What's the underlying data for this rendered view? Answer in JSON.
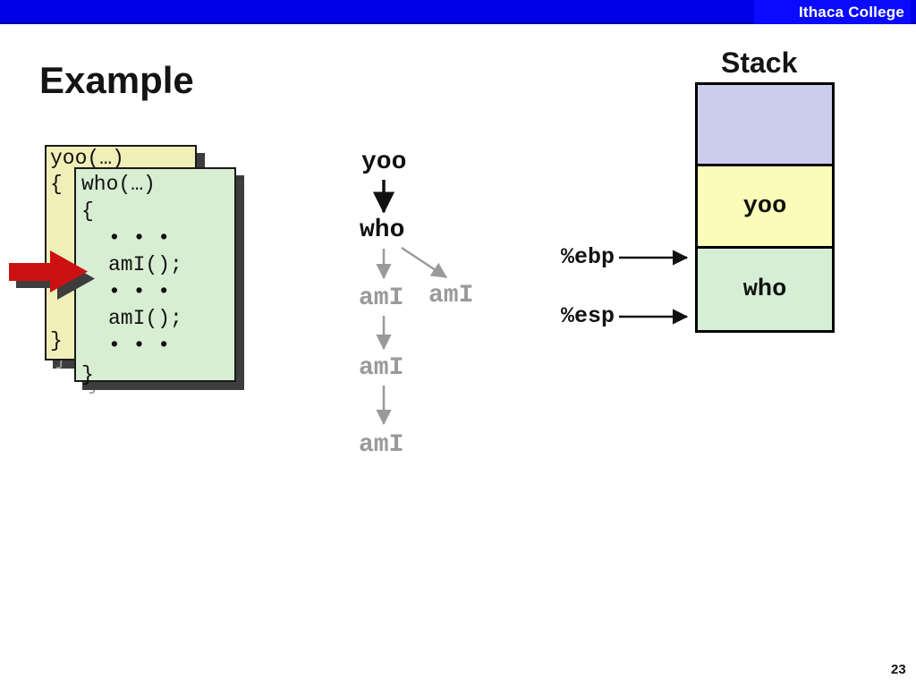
{
  "header": {
    "college_name": "Ithaca College"
  },
  "title": "Example",
  "page_number": "23",
  "cards": {
    "yoo_lines": [
      "yoo(…)",
      "{",
      "}"
    ],
    "who_lines": [
      "who(…)",
      "{",
      "• • •",
      "amI();",
      "• • •",
      "amI();",
      "• • •",
      "}"
    ]
  },
  "tree": {
    "nodes": [
      "yoo",
      "who",
      "amI",
      "amI",
      "amI",
      "amI"
    ]
  },
  "stack": {
    "title": "Stack",
    "frames": [
      {
        "label": ""
      },
      {
        "label": "yoo"
      },
      {
        "label": "who"
      }
    ],
    "ebp_label": "%ebp",
    "esp_label": "%esp"
  },
  "colors": {
    "header_blue": "#0000e8",
    "header_box_blue": "#0a0aff",
    "card_yellow": "#f1efb8",
    "card_green": "#d8eed3",
    "stack_lavender": "#ccccec",
    "stack_yellow": "#fbfcb8",
    "stack_green": "#d6eed6",
    "arrow_red": "#cb1112",
    "shadow_gray": "#3d3d3d",
    "tree_gray": "#9a9a9a"
  }
}
